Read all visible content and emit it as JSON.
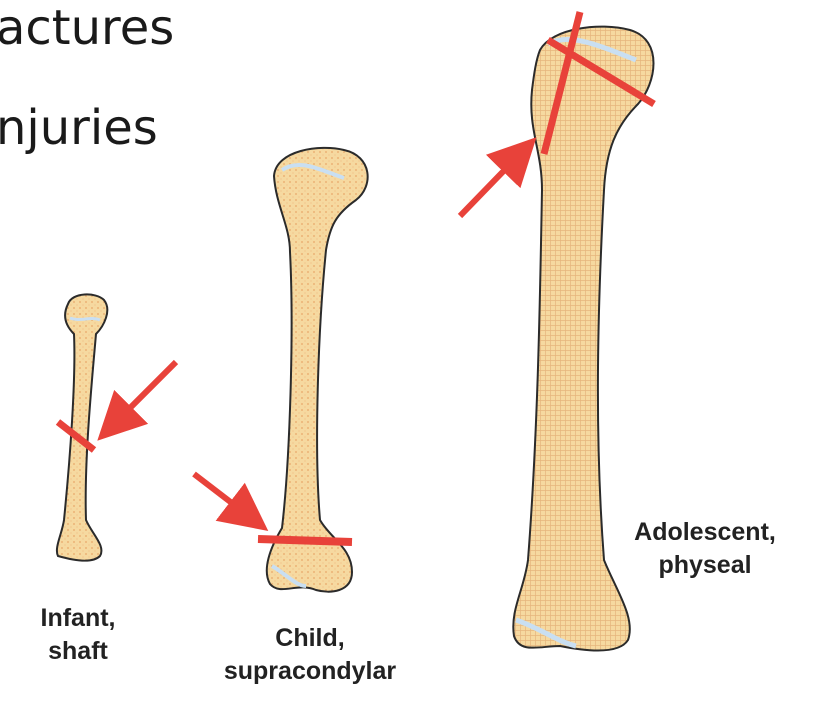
{
  "slide": {
    "heading_line1": "actures",
    "heading_line2": "njuries"
  },
  "figure": {
    "bones": [
      {
        "id": "infant",
        "caption_line1": "Infant,",
        "caption_line2": "shaft"
      },
      {
        "id": "child",
        "caption_line1": "Child,",
        "caption_line2": "supracondylar"
      },
      {
        "id": "adolescent",
        "caption_line1": "Adolescent,",
        "caption_line2": "physeal"
      }
    ]
  },
  "colors": {
    "bone_fill": "#f6d9a0",
    "bone_outline": "#2b2b2b",
    "growth_plate": "#c9dff2",
    "fracture_line": "#e8423a",
    "arrow": "#e8423a",
    "text": "#1a1a1a"
  }
}
